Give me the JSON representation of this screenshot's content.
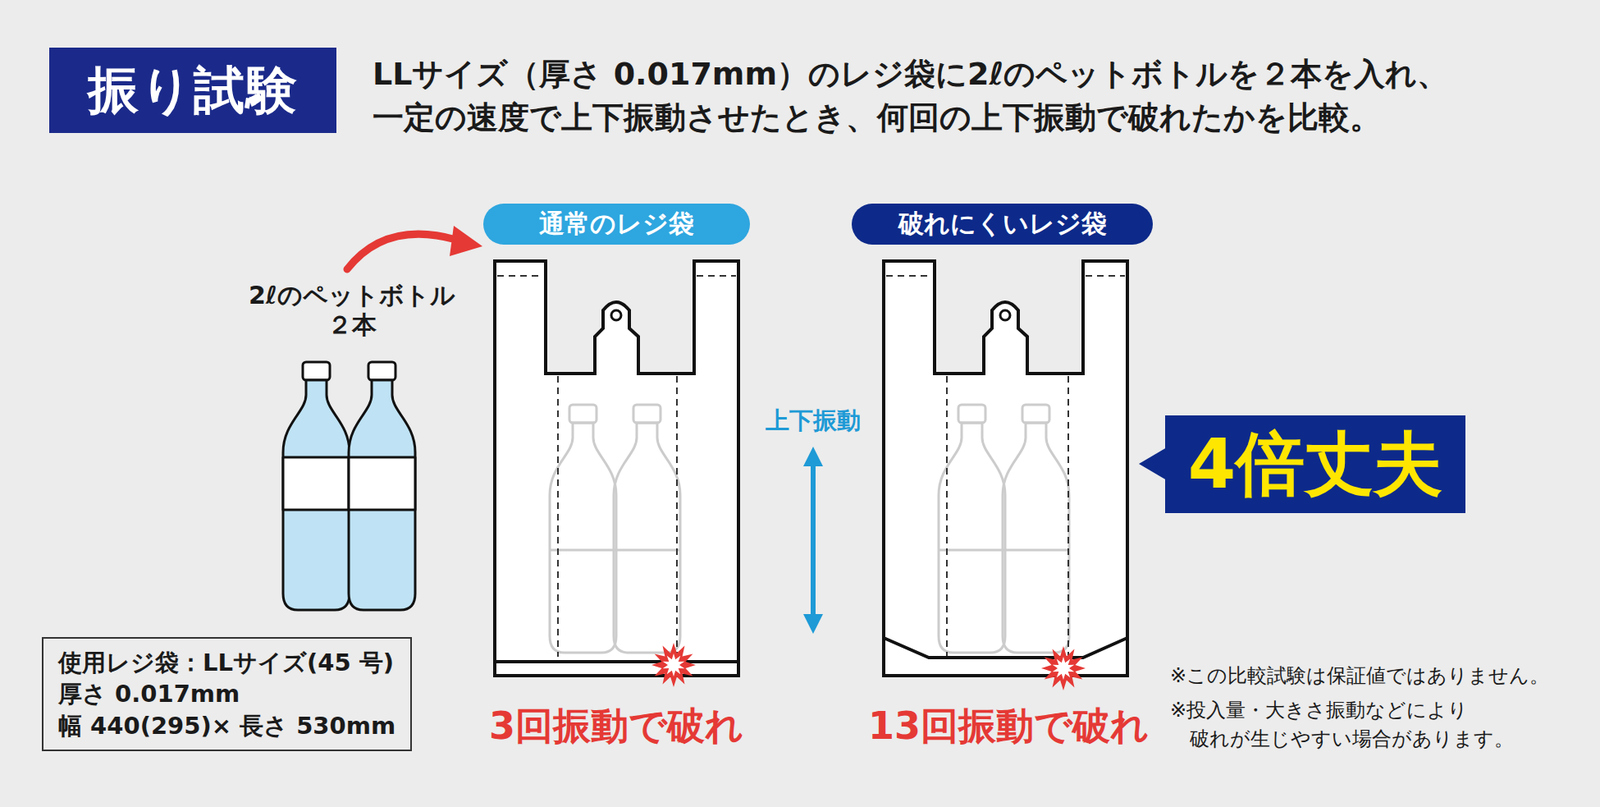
{
  "diagram": {
    "title": "振り試験",
    "nodes": [
      {
        "text": [
          "通常のレジ袋"
        ]
      },
      {
        "text": [
          "破れにくいレジ袋"
        ]
      },
      {
        "text": [
          "4倍丈夫"
        ]
      },
      {
        "text": [
          "使用レジ袋：LLサイズ(45 号)",
          "厚さ 0.017mm",
          "幅 440(295)× 長さ 530mm"
        ]
      }
    ],
    "labels": [
      "LLサイズ（厚さ 0.017mm）のレジ袋に2ℓのペットボトルを２本を入れ、 一定の速度で上下振動させたとき、何回の上下振動で破れたかを比較。",
      "2ℓのペットボトル ２本",
      "上下振動",
      "3回振動で破れ",
      "13回振動で破れ",
      "※この比較試験は保証値ではありません。",
      "※投入量・大きさ振動などにより 破れが生じやすい場合があります。"
    ]
  }
}
